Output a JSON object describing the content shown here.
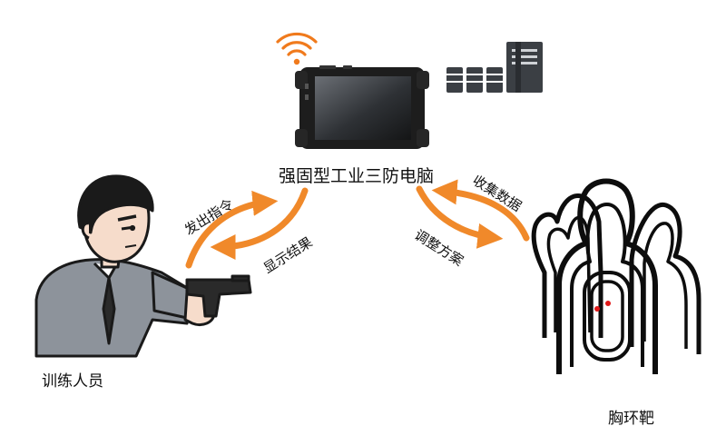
{
  "title": "强固型工业三防电脑",
  "nodes": {
    "trainee": "训练人员",
    "target": "胸环靶"
  },
  "arrows": {
    "send_command": "发出指令",
    "show_result": "显示结果",
    "collect_data": "收集数据",
    "adjust_plan": "调整方案"
  },
  "colors": {
    "arrow": "#f0892a",
    "wifi": "#f07a1c",
    "tablet": "#1d1d1d",
    "server": "#3b3f44",
    "shirt": "#8d939b",
    "skin": "#f6dccb"
  },
  "icons": [
    "wifi-icon",
    "database-icon",
    "server-icon",
    "rugged-tablet",
    "trainee-figure",
    "chest-ring-target"
  ]
}
